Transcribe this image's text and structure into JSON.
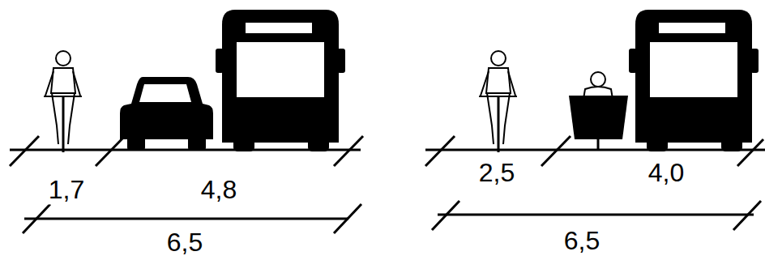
{
  "diagram": {
    "labels": [
      "1,7",
      "4,8",
      "6,5",
      "2,5",
      "4,0",
      "6,5"
    ]
  }
}
